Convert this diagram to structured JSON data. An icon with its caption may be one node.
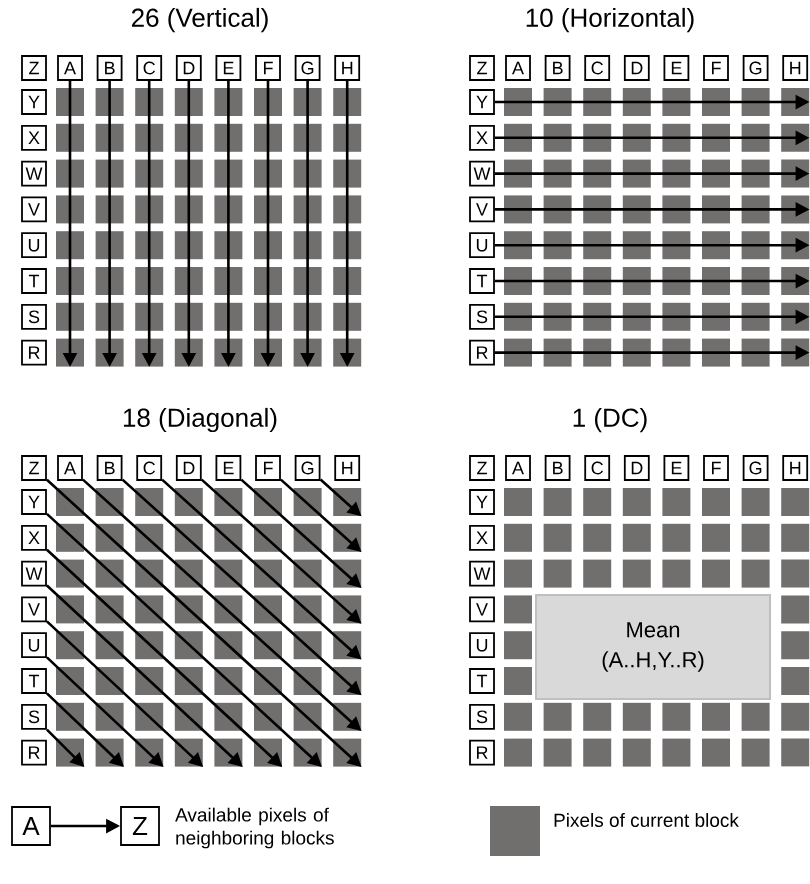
{
  "diagram": {
    "nodes": [
      {
        "text": [
          "Z"
        ]
      },
      {
        "text": [
          "A"
        ]
      },
      {
        "text": [
          "B"
        ]
      },
      {
        "text": [
          "C"
        ]
      },
      {
        "text": [
          "D"
        ]
      },
      {
        "text": [
          "E"
        ]
      },
      {
        "text": [
          "F"
        ]
      },
      {
        "text": [
          "G"
        ]
      },
      {
        "text": [
          "H"
        ]
      },
      {
        "text": [
          "Y"
        ]
      },
      {
        "text": [
          "X"
        ]
      },
      {
        "text": [
          "W"
        ]
      },
      {
        "text": [
          "V"
        ]
      },
      {
        "text": [
          "U"
        ]
      },
      {
        "text": [
          "T"
        ]
      },
      {
        "text": [
          "S"
        ]
      },
      {
        "text": [
          "R"
        ]
      },
      {
        "text": [
          "Z"
        ]
      },
      {
        "text": [
          "A"
        ]
      },
      {
        "text": [
          "B"
        ]
      },
      {
        "text": [
          "C"
        ]
      },
      {
        "text": [
          "D"
        ]
      },
      {
        "text": [
          "E"
        ]
      },
      {
        "text": [
          "F"
        ]
      },
      {
        "text": [
          "G"
        ]
      },
      {
        "text": [
          "H"
        ]
      },
      {
        "text": [
          "Y"
        ]
      },
      {
        "text": [
          "X"
        ]
      },
      {
        "text": [
          "W"
        ]
      },
      {
        "text": [
          "V"
        ]
      },
      {
        "text": [
          "U"
        ]
      },
      {
        "text": [
          "T"
        ]
      },
      {
        "text": [
          "S"
        ]
      },
      {
        "text": [
          "R"
        ]
      },
      {
        "text": [
          "Z"
        ]
      },
      {
        "text": [
          "A"
        ]
      },
      {
        "text": [
          "B"
        ]
      },
      {
        "text": [
          "C"
        ]
      },
      {
        "text": [
          "D"
        ]
      },
      {
        "text": [
          "E"
        ]
      },
      {
        "text": [
          "F"
        ]
      },
      {
        "text": [
          "G"
        ]
      },
      {
        "text": [
          "H"
        ]
      },
      {
        "text": [
          "Y"
        ]
      },
      {
        "text": [
          "X"
        ]
      },
      {
        "text": [
          "W"
        ]
      },
      {
        "text": [
          "V"
        ]
      },
      {
        "text": [
          "U"
        ]
      },
      {
        "text": [
          "T"
        ]
      },
      {
        "text": [
          "S"
        ]
      },
      {
        "text": [
          "R"
        ]
      },
      {
        "text": [
          "Z"
        ]
      },
      {
        "text": [
          "A"
        ]
      },
      {
        "text": [
          "B"
        ]
      },
      {
        "text": [
          "C"
        ]
      },
      {
        "text": [
          "D"
        ]
      },
      {
        "text": [
          "E"
        ]
      },
      {
        "text": [
          "F"
        ]
      },
      {
        "text": [
          "G"
        ]
      },
      {
        "text": [
          "H"
        ]
      },
      {
        "text": [
          "Y"
        ]
      },
      {
        "text": [
          "X"
        ]
      },
      {
        "text": [
          "W"
        ]
      },
      {
        "text": [
          "V"
        ]
      },
      {
        "text": [
          "U"
        ]
      },
      {
        "text": [
          "T"
        ]
      },
      {
        "text": [
          "S"
        ]
      },
      {
        "text": [
          "R"
        ]
      },
      {
        "text": [
          "Mean (A..H,Y..R)"
        ]
      },
      {
        "text": [
          "A"
        ]
      },
      {
        "text": [
          "Z"
        ]
      },
      {
        "text": [],
        "shape": "box"
      },
      {
        "text": [],
        "shape": "box"
      },
      {
        "text": [],
        "shape": "box"
      },
      {
        "text": [],
        "shape": "box"
      },
      {
        "text": [],
        "shape": "box"
      },
      {
        "text": [],
        "shape": "box"
      },
      {
        "text": [],
        "shape": "box"
      },
      {
        "text": [],
        "shape": "box"
      },
      {
        "text": [],
        "shape": "box"
      },
      {
        "text": [],
        "shape": "box"
      },
      {
        "text": [],
        "shape": "box"
      },
      {
        "text": [],
        "shape": "box"
      },
      {
        "text": [],
        "shape": "box"
      },
      {
        "text": [],
        "shape": "box"
      },
      {
        "text": [],
        "shape": "box"
      },
      {
        "text": [],
        "shape": "box"
      },
      {
        "text": [],
        "shape": "box"
      },
      {
        "text": [],
        "shape": "box"
      },
      {
        "text": [],
        "shape": "box"
      },
      {
        "text": [],
        "shape": "box"
      },
      {
        "text": [],
        "shape": "box"
      },
      {
        "text": [],
        "shape": "box"
      },
      {
        "text": [],
        "shape": "box"
      },
      {
        "text": [],
        "shape": "box"
      },
      {
        "text": [],
        "shape": "box"
      },
      {
        "text": [],
        "shape": "box"
      },
      {
        "text": [],
        "shape": "box"
      },
      {
        "text": [],
        "shape": "box"
      },
      {
        "text": [],
        "shape": "box"
      },
      {
        "text": [],
        "shape": "box"
      },
      {
        "text": [],
        "shape": "box"
      }
    ],
    "edges": [
      {
        "from": 1,
        "to": 71,
        "arrow": "to"
      },
      {
        "from": 2,
        "to": 72,
        "arrow": "to"
      },
      {
        "from": 3,
        "to": 73,
        "arrow": "to"
      },
      {
        "from": 4,
        "to": 74,
        "arrow": "to"
      },
      {
        "from": 5,
        "to": 75,
        "arrow": "to"
      },
      {
        "from": 6,
        "to": 76,
        "arrow": "to"
      },
      {
        "from": 7,
        "to": 77,
        "arrow": "to"
      },
      {
        "from": 8,
        "to": 78,
        "arrow": "to"
      },
      {
        "from": 26,
        "to": 79,
        "arrow": "to"
      },
      {
        "from": 27,
        "to": 80,
        "arrow": "to"
      },
      {
        "from": 28,
        "to": 81,
        "arrow": "to"
      },
      {
        "from": 29,
        "to": 82,
        "arrow": "to"
      },
      {
        "from": 30,
        "to": 83,
        "arrow": "to"
      },
      {
        "from": 31,
        "to": 84,
        "arrow": "to"
      },
      {
        "from": 32,
        "to": 85,
        "arrow": "to"
      },
      {
        "from": 33,
        "to": 86,
        "arrow": "to"
      },
      {
        "from": 34,
        "to": 101,
        "arrow": "to"
      },
      {
        "from": 35,
        "to": 93,
        "arrow": "to"
      },
      {
        "from": 36,
        "to": 92,
        "arrow": "to"
      },
      {
        "from": 37,
        "to": 91,
        "arrow": "to"
      },
      {
        "from": 38,
        "to": 90,
        "arrow": "to"
      },
      {
        "from": 39,
        "to": 89,
        "arrow": "to"
      },
      {
        "from": 40,
        "to": 88,
        "arrow": "to"
      },
      {
        "from": 41,
        "to": 87,
        "arrow": "to"
      },
      {
        "from": 43,
        "to": 100,
        "arrow": "to"
      },
      {
        "from": 44,
        "to": 99,
        "arrow": "to"
      },
      {
        "from": 45,
        "to": 98,
        "arrow": "to"
      },
      {
        "from": 46,
        "to": 97,
        "arrow": "to"
      },
      {
        "from": 47,
        "to": 96,
        "arrow": "to"
      },
      {
        "from": 48,
        "to": 95,
        "arrow": "to"
      },
      {
        "from": 49,
        "to": 94,
        "arrow": "to"
      },
      {
        "from": 69,
        "to": 70,
        "arrow": "to"
      }
    ],
    "labels": [
      "26 (Vertical)",
      "10 (Horizontal)",
      "18 (Diagonal)",
      "1 (DC)"
    ],
    "legend": [
      {
        "text": "Available pixels of neighboring blocks"
      },
      {
        "text": "Pixels of current block",
        "color": "#716e6e"
      }
    ]
  }
}
